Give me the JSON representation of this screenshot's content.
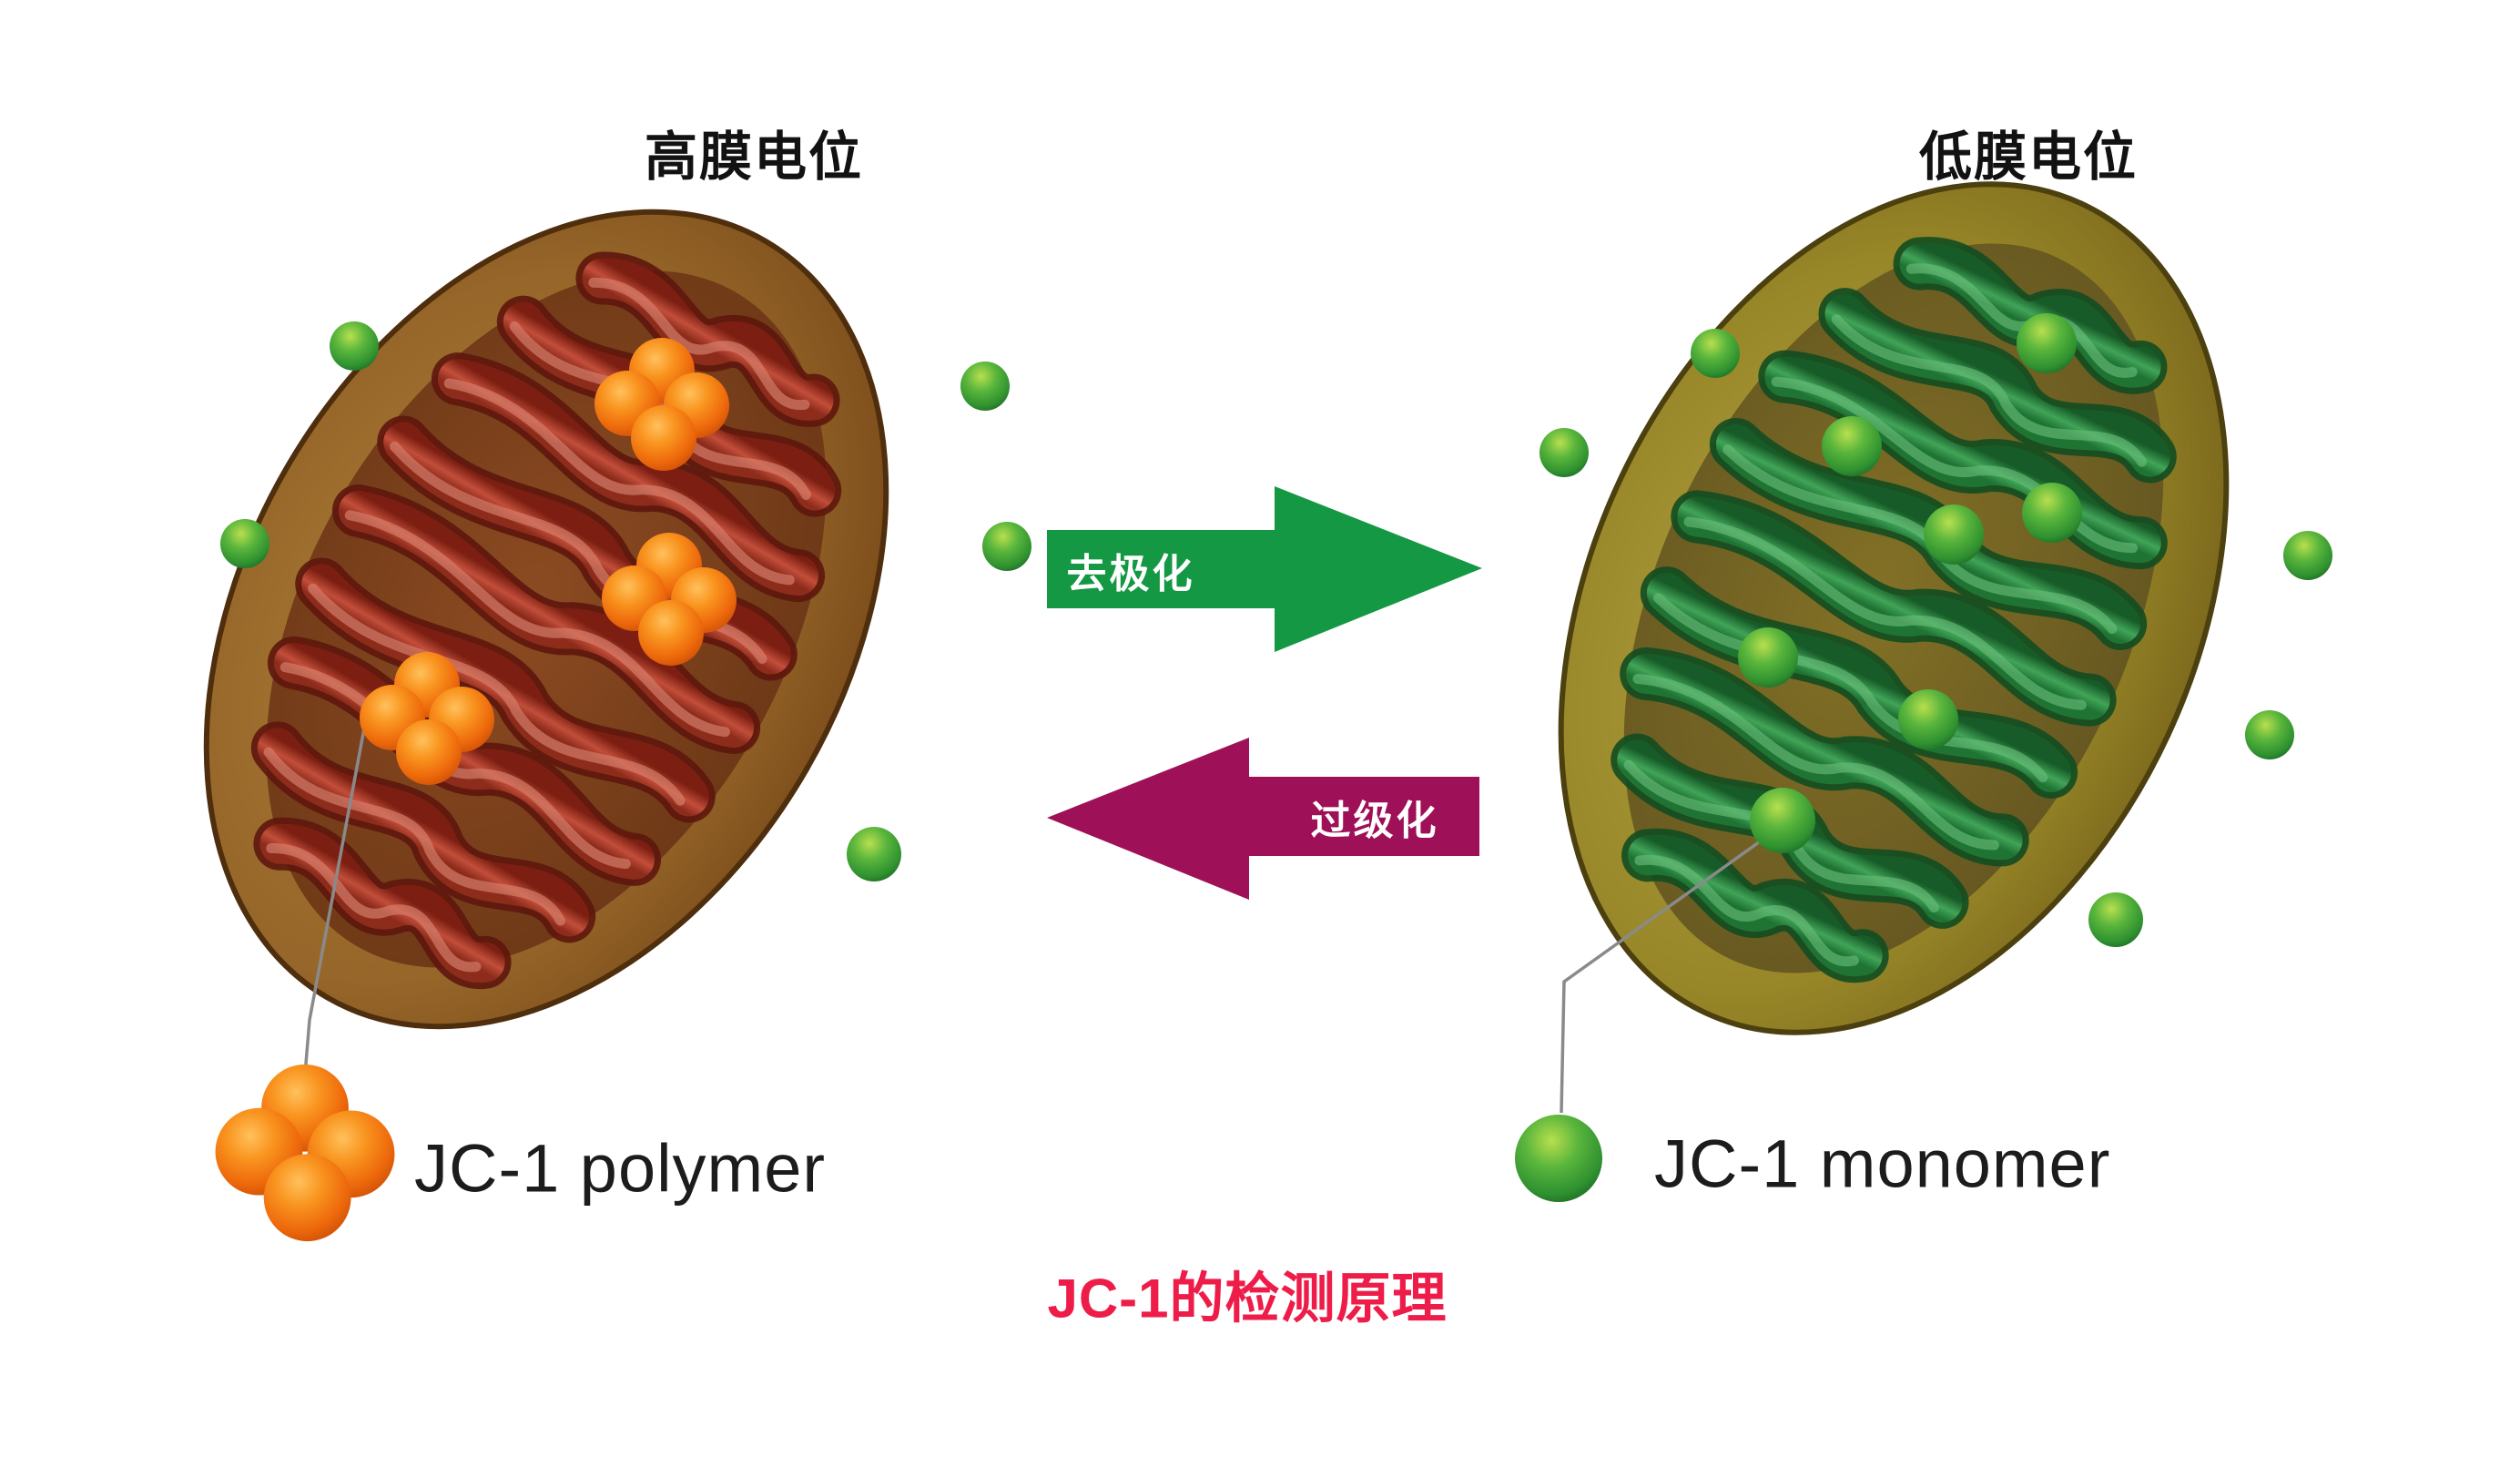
{
  "canvas": {
    "background": "#ffffff"
  },
  "panels": {
    "left": {
      "title": "高膜电位",
      "organelle": "mitochondrion with red cristae",
      "probe_label": "JC-1 polymer",
      "probe_color": "#f2740e",
      "cristae_color": "#c24e3a",
      "membrane_color": "#96662a"
    },
    "right": {
      "title": "低膜电位",
      "organelle": "mitochondrion with green cristae",
      "probe_label": "JC-1 monomer",
      "probe_color": "#45ad39",
      "cristae_color": "#41a458",
      "membrane_color": "#988728"
    }
  },
  "arrows": {
    "depolarization": {
      "label": "去极化",
      "color": "#149843",
      "direction": "right"
    },
    "hyperpolarization": {
      "label": "过级化",
      "color": "#9e1057",
      "direction": "left"
    }
  },
  "caption": {
    "text": "JC-1的检测原理",
    "color": "#ee1c49"
  }
}
